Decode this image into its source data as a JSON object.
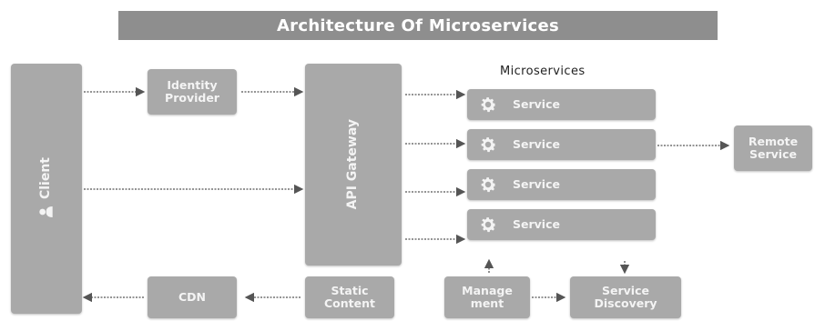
{
  "title": "Architecture Of Microservices",
  "microservices_label": "Microservices",
  "nodes": {
    "client": "Client",
    "identity_provider": "Identity Provider",
    "api_gateway": "API Gateway",
    "remote_service": "Remote Service",
    "cdn": "CDN",
    "static_content": "Static Content",
    "management": "Manage ment",
    "service_discovery": "Service Discovery"
  },
  "services": [
    "Service",
    "Service",
    "Service",
    "Service"
  ],
  "icons": {
    "service": "gear-icon",
    "client": "person-icon"
  },
  "colors": {
    "box": "#a9a9a9",
    "title_bar": "#8e8e8e",
    "arrow": "#555555"
  }
}
